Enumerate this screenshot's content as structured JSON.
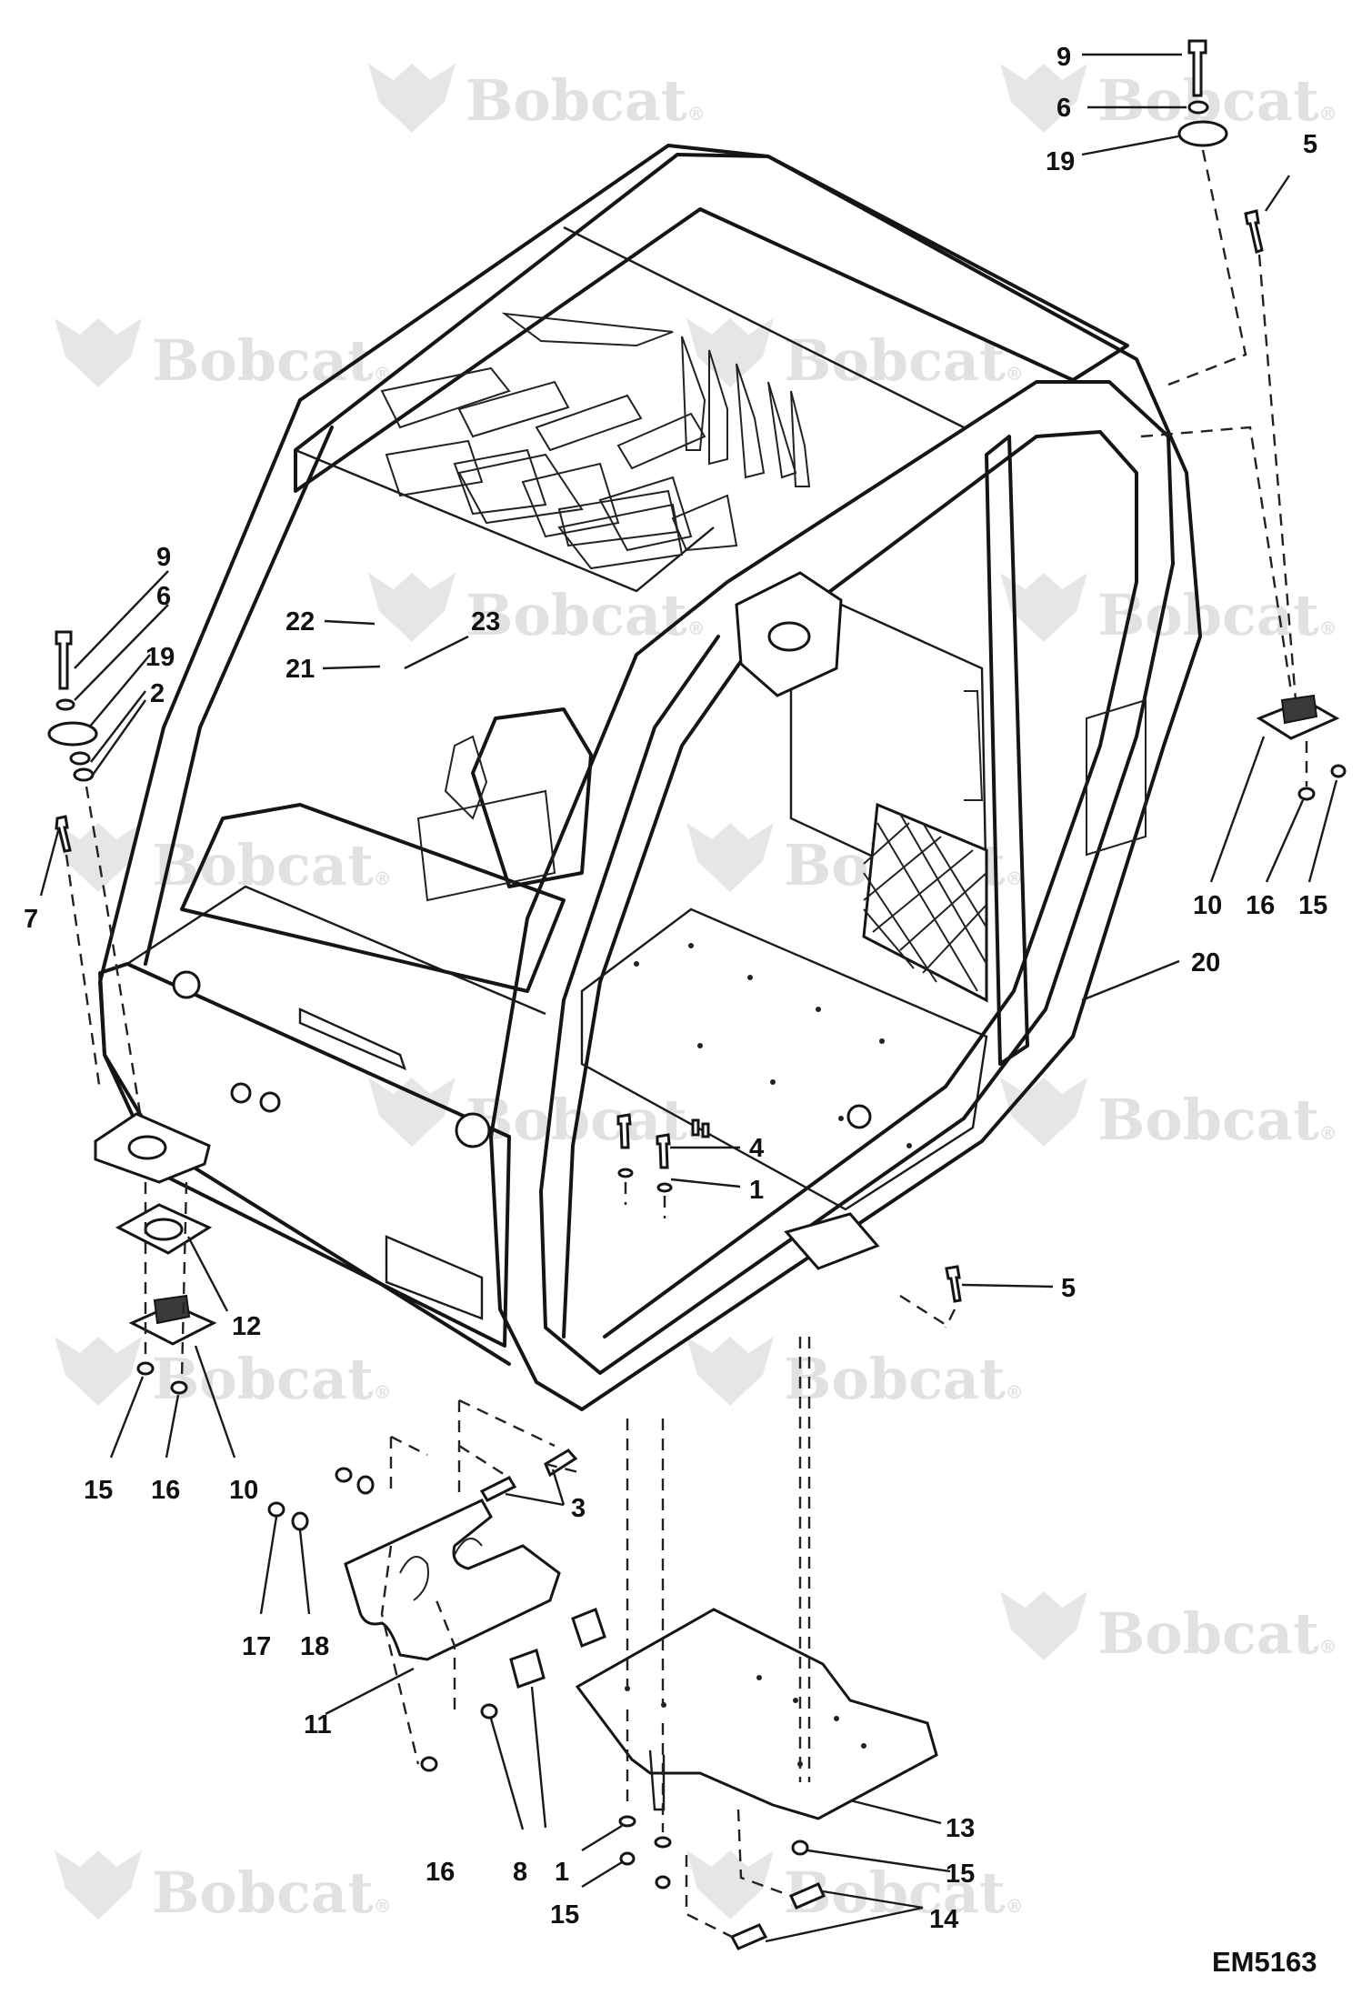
{
  "drawing_code": "EM5163",
  "watermark": {
    "brand": "Bobcat",
    "mark": "®"
  },
  "callouts": {
    "c9_top": "9",
    "c6_top": "6",
    "c19_top": "19",
    "c5_top": "5",
    "c9_left": "9",
    "c6_left": "6",
    "c19_left": "19",
    "c2_left": "2",
    "c22": "22",
    "c21": "21",
    "c23": "23",
    "c7": "7",
    "c10_right": "10",
    "c16_right": "16",
    "c15_right": "15",
    "c20": "20",
    "c4": "4",
    "c1_mid": "1",
    "c5_mid": "5",
    "c12": "12",
    "c15_left": "15",
    "c16_left": "16",
    "c10_left": "10",
    "c3": "3",
    "c17": "17",
    "c18": "18",
    "c11": "11",
    "c13": "13",
    "c16_bottom": "16",
    "c8": "8",
    "c1_bottom": "1",
    "c15_bottom_left": "15",
    "c15_bottom_right": "15",
    "c14": "14"
  }
}
